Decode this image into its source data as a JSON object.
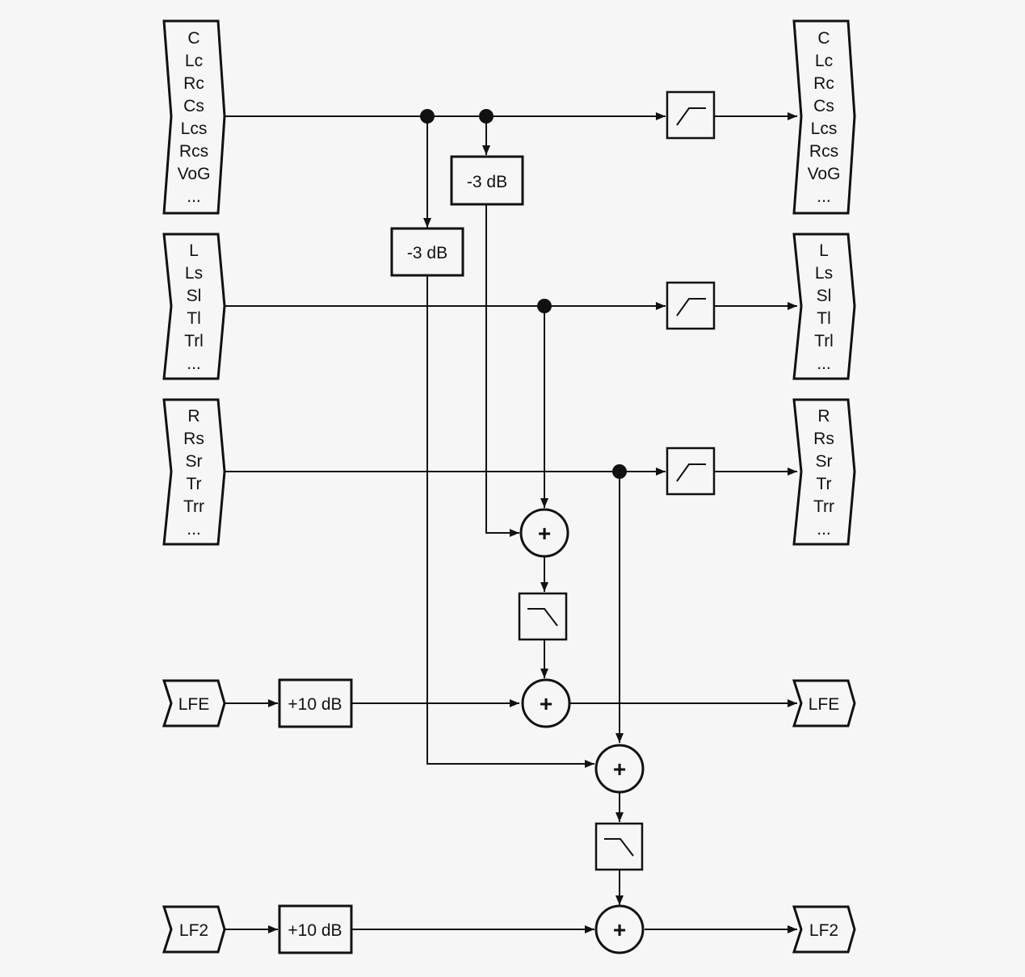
{
  "inputs": {
    "center_bus": [
      "C",
      "Lc",
      "Rc",
      "Cs",
      "Lcs",
      "Rcs",
      "VoG",
      "..."
    ],
    "left_bus": [
      "L",
      "Ls",
      "Sl",
      "Tl",
      "Trl",
      "..."
    ],
    "right_bus": [
      "R",
      "Rs",
      "Sr",
      "Tr",
      "Trr",
      "..."
    ],
    "lfe": "LFE",
    "lf2": "LF2"
  },
  "outputs": {
    "center_bus": [
      "C",
      "Lc",
      "Rc",
      "Cs",
      "Lcs",
      "Rcs",
      "VoG",
      "..."
    ],
    "left_bus": [
      "L",
      "Ls",
      "Sl",
      "Tl",
      "Trl",
      "..."
    ],
    "right_bus": [
      "R",
      "Rs",
      "Sr",
      "Tr",
      "Trr",
      "..."
    ],
    "lfe": "LFE",
    "lf2": "LF2"
  },
  "gains": {
    "center_to_lfe": "-3 dB",
    "center_to_lf2": "-3 dB",
    "lfe_boost": "+10 dB",
    "lf2_boost": "+10 dB"
  },
  "symbols": {
    "sum": "+",
    "high_pass_filter": "high-pass-filter-icon",
    "low_pass_filter": "low-pass-filter-icon"
  }
}
